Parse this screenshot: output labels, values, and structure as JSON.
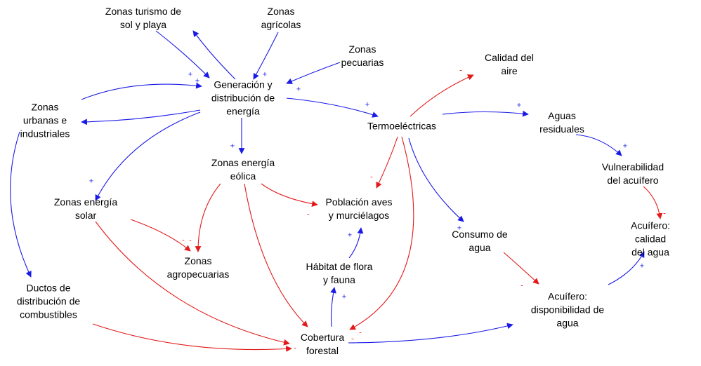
{
  "colors": {
    "positive_link": "#1a1ae6",
    "negative_link": "#e31a1a",
    "text": "#000000"
  },
  "nodes": {
    "turismo": "Zonas turismo de\nsol y playa",
    "agricolas": "Zonas\nagrícolas",
    "pecuarias": "Zonas\npecuarias",
    "generacion": "Generación y\ndistribución de\nenergía",
    "urbanas": "Zonas\nurbanas e\nindustriales",
    "calidad_aire": "Calidad del\naire",
    "termo": "Termoeléctricas",
    "aguas_res": "Aguas\nresiduales",
    "eolica": "Zonas energía\neólica",
    "vulnerabilidad": "Vulnerabilidad\ndel acuífero",
    "solar": "Zonas energía\nsolar",
    "aves": "Población aves\ny murciélagos",
    "consumo": "Consumo de\nagua",
    "acuifero_calidad": "Acuífero: calidad\ndel agua",
    "agropecuarias": "Zonas\nagropecuarias",
    "habitat": "Hábitat de flora\ny fauna",
    "ductos": "Ductos de\ndistribución de\ncombustibles",
    "acuifero_disp": "Acuífero:\ndisponibilidad de\nagua",
    "cobertura": "Cobertura\nforestal"
  },
  "links": [
    {
      "from": "turismo",
      "to": "generacion",
      "polarity": "+"
    },
    {
      "from": "generacion",
      "to": "turismo",
      "polarity": ""
    },
    {
      "from": "agricolas",
      "to": "generacion",
      "polarity": "+"
    },
    {
      "from": "pecuarias",
      "to": "generacion",
      "polarity": "+"
    },
    {
      "from": "urbanas",
      "to": "generacion",
      "polarity": "+"
    },
    {
      "from": "generacion",
      "to": "urbanas",
      "polarity": ""
    },
    {
      "from": "generacion",
      "to": "termo",
      "polarity": "+"
    },
    {
      "from": "generacion",
      "to": "eolica",
      "polarity": "+"
    },
    {
      "from": "generacion",
      "to": "solar",
      "polarity": "+"
    },
    {
      "from": "urbanas",
      "to": "ductos",
      "polarity": ""
    },
    {
      "from": "termo",
      "to": "calidad_aire",
      "polarity": "-"
    },
    {
      "from": "termo",
      "to": "aguas_res",
      "polarity": "+"
    },
    {
      "from": "termo",
      "to": "aves",
      "polarity": "-"
    },
    {
      "from": "termo",
      "to": "consumo",
      "polarity": "+"
    },
    {
      "from": "termo",
      "to": "cobertura",
      "polarity": "-"
    },
    {
      "from": "aguas_res",
      "to": "vulnerabilidad",
      "polarity": "+"
    },
    {
      "from": "vulnerabilidad",
      "to": "acuifero_calidad",
      "polarity": "-"
    },
    {
      "from": "eolica",
      "to": "aves",
      "polarity": "-"
    },
    {
      "from": "eolica",
      "to": "agropecuarias",
      "polarity": "-"
    },
    {
      "from": "eolica",
      "to": "cobertura",
      "polarity": ""
    },
    {
      "from": "solar",
      "to": "agropecuarias",
      "polarity": "-"
    },
    {
      "from": "solar",
      "to": "cobertura",
      "polarity": ""
    },
    {
      "from": "ductos",
      "to": "cobertura",
      "polarity": "-"
    },
    {
      "from": "cobertura",
      "to": "habitat",
      "polarity": "+"
    },
    {
      "from": "habitat",
      "to": "aves",
      "polarity": "+"
    },
    {
      "from": "cobertura",
      "to": "acuifero_disp",
      "polarity": "-"
    },
    {
      "from": "consumo",
      "to": "acuifero_disp",
      "polarity": "-"
    },
    {
      "from": "acuifero_disp",
      "to": "acuifero_calidad",
      "polarity": "+"
    }
  ]
}
